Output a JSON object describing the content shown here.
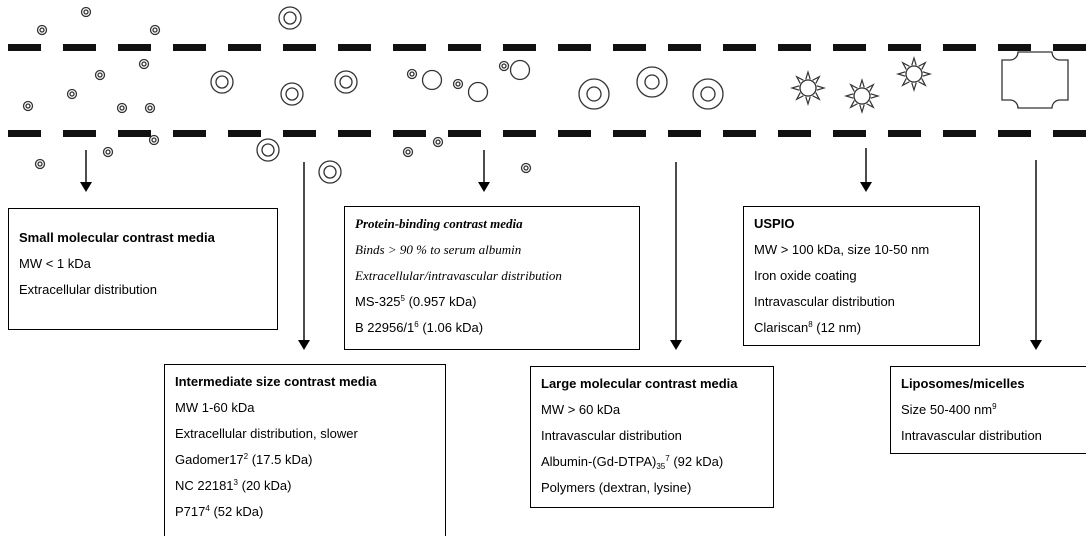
{
  "boxes": {
    "small": {
      "title": "Small molecular contrast media",
      "line1": "MW < 1 kDa",
      "line2": "Extracellular distribution"
    },
    "intermediate": {
      "title": "Intermediate size contrast media",
      "line1": "MW 1-60 kDa",
      "line2": "Extracellular distribution, slower",
      "item1": {
        "name": "Gadomer17",
        "ref": "2",
        "detail": " (17.5 kDa)"
      },
      "item2": {
        "name": "NC 22181",
        "ref": "3",
        "detail": " (20 kDa)"
      },
      "item3": {
        "name": "P717",
        "ref": "4",
        "detail": " (52 kDa)"
      }
    },
    "protein": {
      "title": "Protein-binding contrast media",
      "line1": "Binds > 90 % to serum albumin",
      "line2": "Extracellular/intravascular distribution",
      "item1": {
        "name": "MS-325",
        "ref": "5",
        "detail": " (0.957 kDa)"
      },
      "item2": {
        "name": "B 22956/1",
        "ref": "6",
        "detail": " (1.06 kDa)"
      }
    },
    "large": {
      "title": "Large molecular contrast media",
      "line1": "MW > 60 kDa",
      "line2": "Intravascular distribution",
      "item1": {
        "name": "Albumin-(Gd-DTPA)",
        "sub": "35",
        "ref": "7",
        "detail": " (92 kDa)"
      },
      "line3": "Polymers (dextran, lysine)"
    },
    "uspio": {
      "title": "USPIO",
      "line1": "MW > 100 kDa, size 10-50 nm",
      "line2": "Iron oxide coating",
      "line3": "Intravascular distribution",
      "item1": {
        "name": "Clariscan",
        "ref": "8",
        "detail": " (12 nm)"
      }
    },
    "liposomes": {
      "title": "Liposomes/micelles",
      "item1": {
        "name": "Size 50-400 nm",
        "ref": "9",
        "detail": ""
      },
      "line1": "Intravascular distribution"
    }
  }
}
